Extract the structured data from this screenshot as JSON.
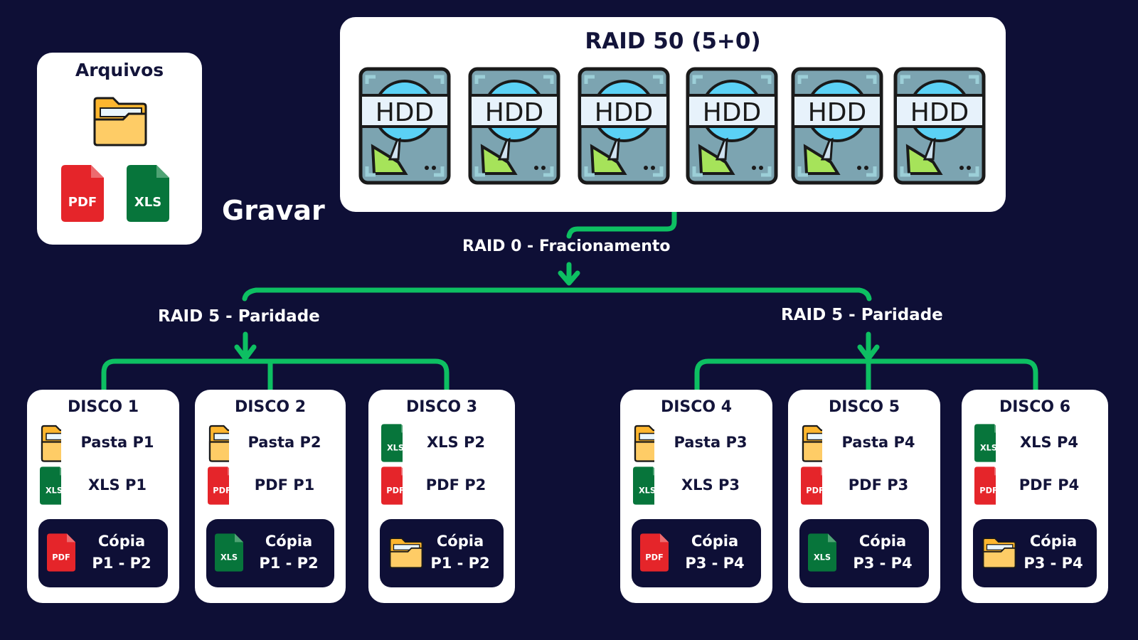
{
  "source": {
    "title": "Arquivos",
    "icons": [
      "folder-icon",
      "pdf-file-icon",
      "xls-file-icon"
    ],
    "pdf_label": "PDF",
    "xls_label": "XLS"
  },
  "action_label": "Gravar",
  "array": {
    "title": "RAID 50 (5+0)",
    "hdd_label": "HDD",
    "disk_count": 6
  },
  "levels": {
    "stripe_label": "RAID 0 - Fracionamento",
    "parity_left_label": "RAID 5 - Paridade",
    "parity_right_label": "RAID 5 - Paridade"
  },
  "colors": {
    "background": "#0e0f36",
    "connector": "#0dbf62",
    "pdf": "#e5252a",
    "xls": "#07753b",
    "folder": "#fecc66"
  },
  "disks": [
    {
      "title": "DISCO 1",
      "rows": [
        {
          "icon": "folder",
          "label": "Pasta P1"
        },
        {
          "icon": "xls",
          "label": "XLS P1"
        }
      ],
      "copy": {
        "icon": "pdf",
        "line1": "Cópia",
        "line2": "P1 - P2"
      }
    },
    {
      "title": "DISCO 2",
      "rows": [
        {
          "icon": "folder",
          "label": "Pasta P2"
        },
        {
          "icon": "pdf",
          "label": "PDF P1"
        }
      ],
      "copy": {
        "icon": "xls",
        "line1": "Cópia",
        "line2": "P1 - P2"
      }
    },
    {
      "title": "DISCO 3",
      "rows": [
        {
          "icon": "xls",
          "label": "XLS P2"
        },
        {
          "icon": "pdf",
          "label": "PDF P2"
        }
      ],
      "copy": {
        "icon": "folder",
        "line1": "Cópia",
        "line2": "P1 - P2"
      }
    },
    {
      "title": "DISCO 4",
      "rows": [
        {
          "icon": "folder",
          "label": "Pasta P3"
        },
        {
          "icon": "xls",
          "label": "XLS P3"
        }
      ],
      "copy": {
        "icon": "pdf",
        "line1": "Cópia",
        "line2": "P3 - P4"
      }
    },
    {
      "title": "DISCO 5",
      "rows": [
        {
          "icon": "folder",
          "label": "Pasta P4"
        },
        {
          "icon": "pdf",
          "label": "PDF P3"
        }
      ],
      "copy": {
        "icon": "xls",
        "line1": "Cópia",
        "line2": "P3 - P4"
      }
    },
    {
      "title": "DISCO 6",
      "rows": [
        {
          "icon": "xls",
          "label": "XLS P4"
        },
        {
          "icon": "pdf",
          "label": "PDF P4"
        }
      ],
      "copy": {
        "icon": "folder",
        "line1": "Cópia",
        "line2": "P3 - P4"
      }
    }
  ]
}
